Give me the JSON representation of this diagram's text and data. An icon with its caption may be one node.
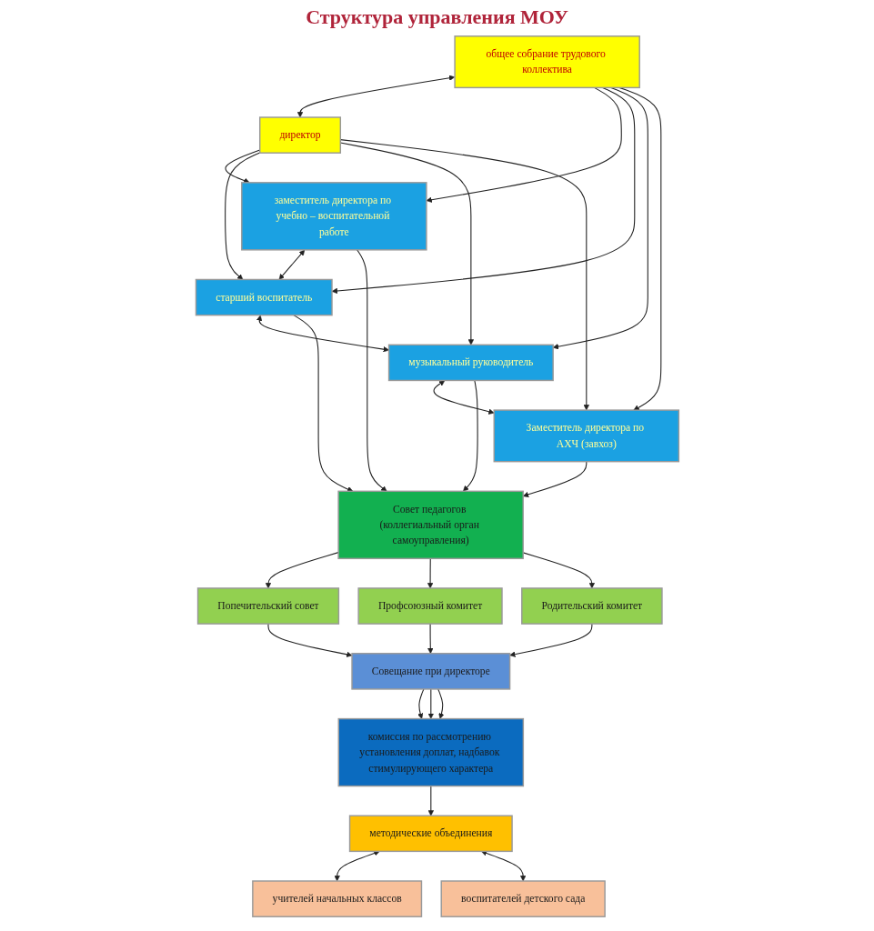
{
  "diagram": {
    "title": "Структура управления МОУ",
    "nodes": [
      {
        "text": [
          "общее собрание трудового коллектива"
        ]
      },
      {
        "text": [
          "директор"
        ]
      },
      {
        "text": [
          "заместитель директора по учебно – воспитательной работе"
        ]
      },
      {
        "text": [
          "старший воспитатель"
        ]
      },
      {
        "text": [
          "музыкальный руководитель"
        ]
      },
      {
        "text": [
          "Заместитель директора по АХЧ (завхоз)"
        ]
      },
      {
        "text": [
          "Совет педагогов (коллегиальный орган самоуправления)"
        ]
      },
      {
        "text": [
          "Попечительский совет"
        ]
      },
      {
        "text": [
          "Профсоюзный комитет"
        ]
      },
      {
        "text": [
          "Родительский комитет"
        ]
      },
      {
        "text": [
          "Совещание при директоре"
        ]
      },
      {
        "text": [
          "комиссия по рассмотрению установления доплат, надбавок стимулирующего характера"
        ]
      },
      {
        "text": [
          "методические объединения"
        ]
      },
      {
        "text": [
          "учителей начальных классов"
        ]
      },
      {
        "text": [
          "воспитателей детского сада"
        ]
      }
    ],
    "edges": [
      {
        "from": 0,
        "to": 1,
        "arrow": "both"
      },
      {
        "from": 0,
        "to": 2,
        "arrow": "to"
      },
      {
        "from": 0,
        "to": 3,
        "arrow": "to"
      },
      {
        "from": 0,
        "to": 4,
        "arrow": "to"
      },
      {
        "from": 0,
        "to": 5,
        "arrow": "to"
      },
      {
        "from": 1,
        "to": 2,
        "arrow": "to"
      },
      {
        "from": 1,
        "to": 3,
        "arrow": "to"
      },
      {
        "from": 1,
        "to": 4,
        "arrow": "to"
      },
      {
        "from": 1,
        "to": 5,
        "arrow": "to"
      },
      {
        "from": 2,
        "to": 3,
        "arrow": "both"
      },
      {
        "from": 3,
        "to": 4,
        "arrow": "both"
      },
      {
        "from": 4,
        "to": 5,
        "arrow": "both"
      },
      {
        "from": 2,
        "to": 6,
        "arrow": "to"
      },
      {
        "from": 3,
        "to": 6,
        "arrow": "to"
      },
      {
        "from": 4,
        "to": 6,
        "arrow": "to"
      },
      {
        "from": 5,
        "to": 6,
        "arrow": "to"
      },
      {
        "from": 6,
        "to": 7,
        "arrow": "to"
      },
      {
        "from": 6,
        "to": 8,
        "arrow": "to"
      },
      {
        "from": 6,
        "to": 9,
        "arrow": "to"
      },
      {
        "from": 7,
        "to": 10,
        "arrow": "to"
      },
      {
        "from": 8,
        "to": 10,
        "arrow": "to"
      },
      {
        "from": 9,
        "to": 10,
        "arrow": "to"
      },
      {
        "from": 10,
        "to": 11,
        "arrow": "to"
      },
      {
        "from": 10,
        "to": 11,
        "arrow": "to"
      },
      {
        "from": 10,
        "to": 11,
        "arrow": "to"
      },
      {
        "from": 11,
        "to": 12,
        "arrow": "to"
      },
      {
        "from": 12,
        "to": 13,
        "arrow": "both"
      },
      {
        "from": 12,
        "to": 14,
        "arrow": "both"
      }
    ]
  }
}
